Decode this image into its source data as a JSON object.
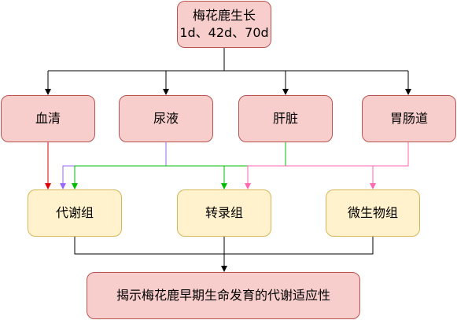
{
  "diagram": {
    "root": {
      "line1": "梅花鹿生长",
      "line2": "1d、42d、70d"
    },
    "samples": [
      {
        "label": "血清",
        "color": "#f8cecc"
      },
      {
        "label": "尿液",
        "color": "#f8cecc"
      },
      {
        "label": "肝脏",
        "color": "#f8cecc"
      },
      {
        "label": "胃肠道",
        "color": "#f8cecc"
      }
    ],
    "omics": [
      {
        "label": "代谢组",
        "color": "#fff2cc"
      },
      {
        "label": "转录组",
        "color": "#fff2cc"
      },
      {
        "label": "微生物组",
        "color": "#fff2cc"
      }
    ],
    "result": {
      "label": "揭示梅花鹿早期生命发育的代谢适应性"
    },
    "colors": {
      "serum_edge": "#e00000",
      "urine_edge": "#9966ff",
      "liver_edge": "#00bb00",
      "gut_edge": "#ff66b3",
      "default_edge": "#000000"
    }
  }
}
